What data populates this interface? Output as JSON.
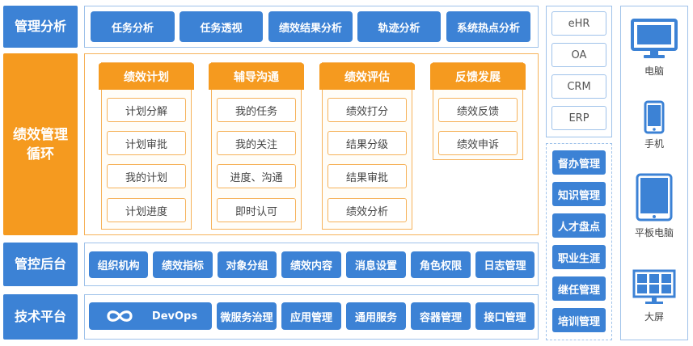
{
  "rows": {
    "analysis": {
      "label": "管理分析",
      "items": [
        "任务分析",
        "任务透视",
        "绩效结果分析",
        "轨迹分析",
        "系统热点分析"
      ]
    },
    "perf_cycle": {
      "label_line1": "绩效管理",
      "label_line2": "循环",
      "columns": [
        {
          "title": "绩效计划",
          "items": [
            "计划分解",
            "计划审批",
            "我的计划",
            "计划进度"
          ]
        },
        {
          "title": "辅导沟通",
          "items": [
            "我的任务",
            "我的关注",
            "进度、沟通",
            "即时认可"
          ]
        },
        {
          "title": "绩效评估",
          "items": [
            "绩效打分",
            "结果分级",
            "结果审批",
            "绩效分析"
          ]
        },
        {
          "title": "反馈发展",
          "items": [
            "绩效反馈",
            "绩效申诉"
          ]
        }
      ]
    },
    "control": {
      "label": "管控后台",
      "items": [
        "组织机构",
        "绩效指标",
        "对象分组",
        "绩效内容",
        "消息设置",
        "角色权限",
        "日志管理"
      ]
    },
    "tech": {
      "label": "技术平台",
      "devops": "DevOps",
      "items": [
        "微服务治理",
        "应用管理",
        "通用服务",
        "容器管理",
        "接口管理"
      ]
    }
  },
  "systems": [
    "eHR",
    "OA",
    "CRM",
    "ERP"
  ],
  "modules": [
    "督办管理",
    "知识管理",
    "人才盘点",
    "职业生涯",
    "继任管理",
    "培训管理"
  ],
  "devices": [
    {
      "label": "电脑",
      "icon": "monitor-icon"
    },
    {
      "label": "手机",
      "icon": "phone-icon"
    },
    {
      "label": "平板电脑",
      "icon": "tablet-icon"
    },
    {
      "label": "大屏",
      "icon": "big-screen-icon"
    }
  ],
  "colors": {
    "blue": "#3c82d5",
    "orange": "#f59a1f",
    "light_blue_border": "#9fc2ea",
    "light_orange_border": "#f6b25a"
  }
}
